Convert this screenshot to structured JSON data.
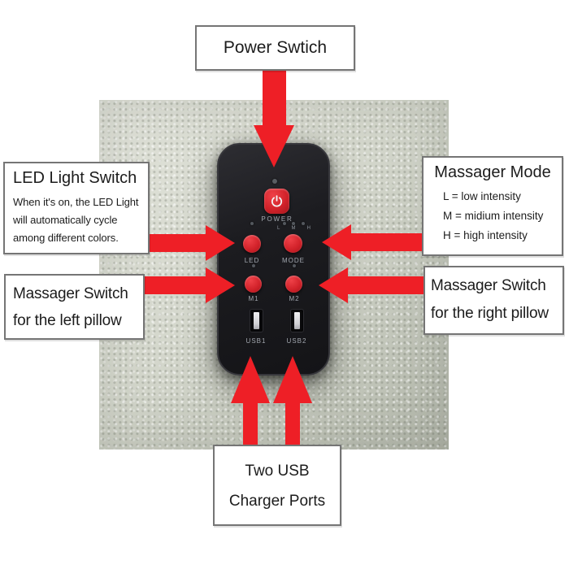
{
  "callouts": {
    "power": {
      "title": "Power Swtich"
    },
    "led": {
      "title": "LED Light Switch",
      "lines": [
        "When it's on, the LED Light",
        "will automatically cycle",
        "among different colors."
      ]
    },
    "mode": {
      "title": "Massager Mode",
      "lines": [
        "L = low intensity",
        "M = midium intensity",
        "H = high intensity"
      ]
    },
    "left_massager": {
      "lines": [
        "Massager Switch",
        "for the left pillow"
      ]
    },
    "right_massager": {
      "lines": [
        "Massager Switch",
        "for the right pillow"
      ]
    },
    "usb": {
      "lines": [
        "Two USB",
        "Charger Ports"
      ]
    }
  },
  "remote": {
    "power_label": "POWER",
    "led_label": "LED",
    "mode_label": "MODE",
    "mode_levels": [
      "L",
      "M",
      "H"
    ],
    "m1_label": "M1",
    "m2_label": "M2",
    "usb1_label": "USB1",
    "usb2_label": "USB2"
  },
  "colors": {
    "arrow_red": "#ee1f26",
    "button_red": "#d2222a",
    "remote_body": "#1c1c20",
    "leather": "#d4d7cc",
    "box_border": "#757575"
  }
}
